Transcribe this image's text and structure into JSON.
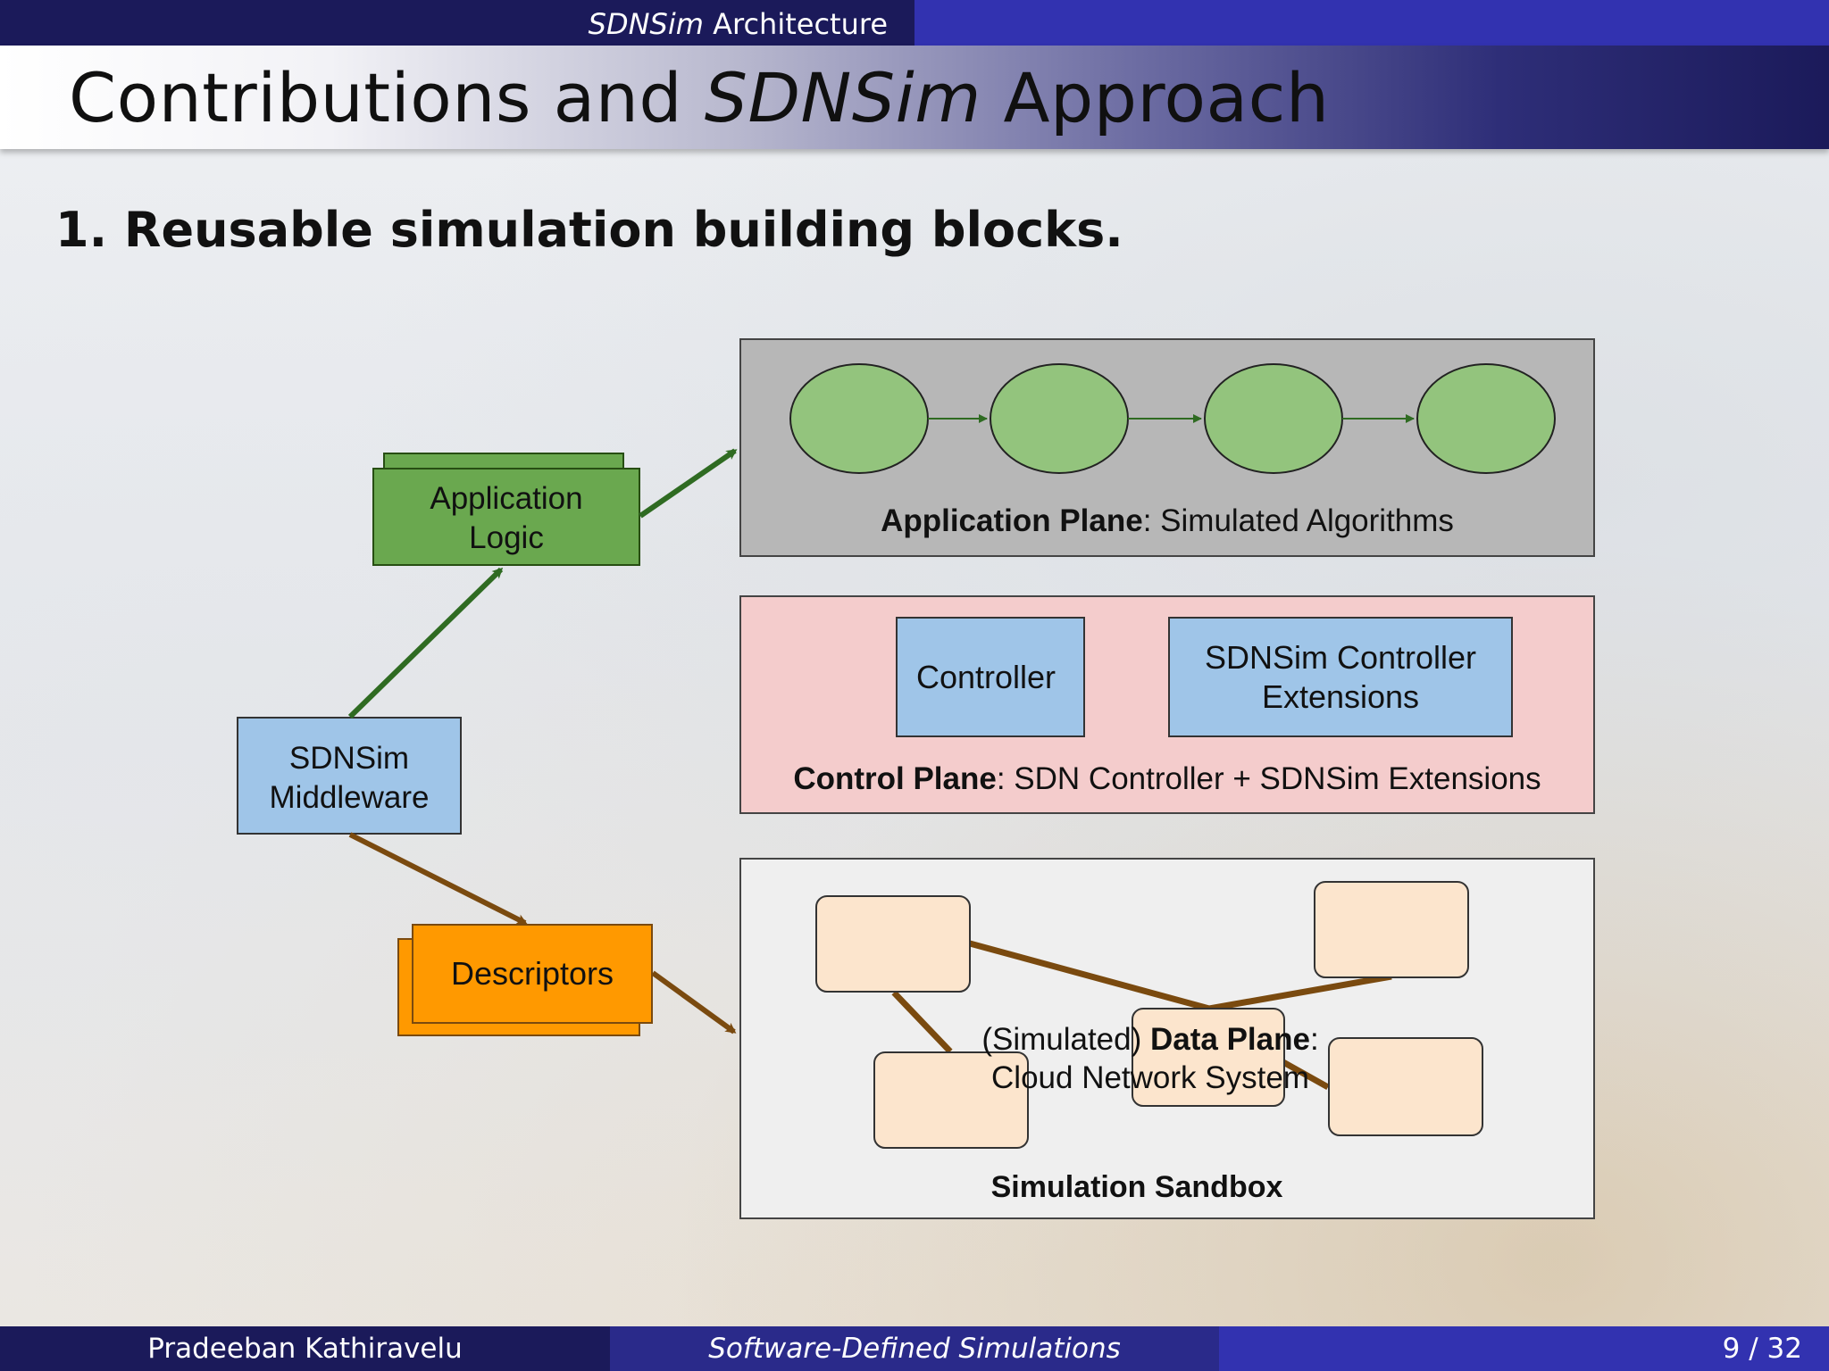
{
  "header": {
    "section_title_italic": "SDNSim",
    "section_title_rest": " Architecture",
    "frame_title_prefix": "Contributions and ",
    "frame_title_italic": "SDNSim",
    "frame_title_suffix": " Approach"
  },
  "item": {
    "number": "1.",
    "text": "Reusable simulation building blocks."
  },
  "diagram": {
    "application_logic": [
      "Application",
      "Logic"
    ],
    "middleware": [
      "SDNSim",
      "Middleware"
    ],
    "descriptors": "Descriptors",
    "application_plane": {
      "bold": "Application Plane",
      "rest": ": Simulated Algorithms"
    },
    "controller": "Controller",
    "controller_extensions": [
      "SDNSim Controller",
      "Extensions"
    ],
    "control_plane": {
      "bold": "Control Plane",
      "rest": ": SDN Controller + SDNSim Extensions"
    },
    "data_plane": {
      "prefix": "(Simulated) ",
      "bold": "Data Plane",
      "colon": ":",
      "line2": "Cloud Network System"
    },
    "sandbox": "Simulation Sandbox"
  },
  "colors": {
    "node_green": "#93c47d",
    "app_logic_green": "#6aa84f",
    "arrow_green": "#2f6b22",
    "arrow_brown": "#7a4a0f",
    "middleware_blue": "#9fc5e8",
    "descriptors_orange": "#ff9900",
    "app_plane_gray": "#b7b7b7",
    "control_plane_pink": "#f4cccc",
    "sandbox_gray": "#efefef",
    "data_box_peach": "#fce5cd"
  },
  "footer": {
    "author": "Pradeeban Kathiravelu",
    "talk_title": "Software-Defined Simulations",
    "page": "9 / 32"
  }
}
